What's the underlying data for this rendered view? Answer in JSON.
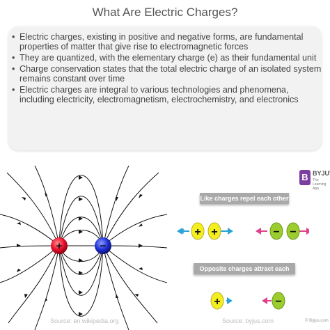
{
  "title": "What Are Electric Charges?",
  "bullets": [
    "Electric charges, existing in positive and negative forms, are fundamental properties of matter that give rise to electromagnetic forces",
    "They are quantized, with the elementary charge (e) as their fundamental unit",
    "Charge conservation states that the total electric charge of an isolated system remains constant over time",
    "Electric charges are integral to various technologies and phenomena, including electricity, electromagnetism, electrochemistry, and electronics"
  ],
  "diagram": {
    "positive_symbol": "+",
    "negative_symbol": "−",
    "source": "Source: en.wikipedia.org"
  },
  "infographic": {
    "brand_name": "BYJU'S",
    "brand_tagline": "The Learning App",
    "brand_logo_letter": "B",
    "banner_repel": "Like charges repel each other",
    "banner_attract": "Opposite charges attract each other",
    "plus": "+",
    "minus": "−",
    "source": "Source: byjus.com",
    "copyright": "© Byjus.com"
  },
  "colors": {
    "positive": "#e8102c",
    "negative": "#1f2fd6",
    "yellow_charge": "#f5ee1e",
    "green_charge": "#9ccc2e",
    "arrow_blue": "#2aa3d6",
    "arrow_pink": "#e0408a"
  }
}
